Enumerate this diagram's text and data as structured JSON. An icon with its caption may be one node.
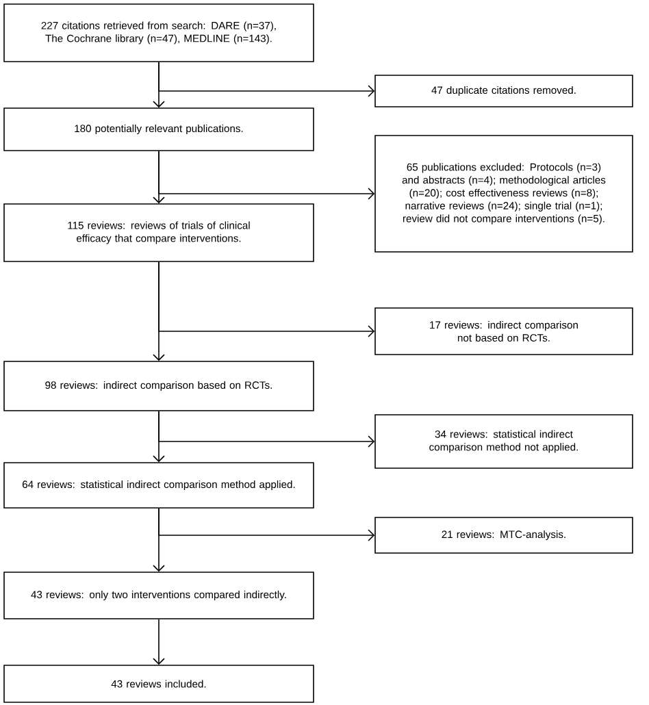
{
  "diagram": {
    "nodes": [
      {
        "text": [
          "227 citations retrieved from search: DARE (n=37), The Cochrane library (n=47), MEDLINE (n=143)."
        ]
      },
      {
        "text": [
          "47 duplicate citations removed."
        ]
      },
      {
        "text": [
          "180 potentially relevant publications."
        ]
      },
      {
        "text": [
          "65 publications excluded: Protocols (n=3) and abstracts (n=4); methodological articles (n=20); cost effectiveness reviews (n=8); narrative reviews (n=24); single trial (n=1); review did not compare interventions (n=5)."
        ]
      },
      {
        "text": [
          "115 reviews: reviews of trials of clinical efficacy that compare interventions."
        ]
      },
      {
        "text": [
          "17 reviews: indirect comparison not based on RCTs."
        ]
      },
      {
        "text": [
          "98 reviews: indirect comparison based on RCTs."
        ]
      },
      {
        "text": [
          "34 reviews: statistical indirect comparison method not applied."
        ]
      },
      {
        "text": [
          "64 reviews: statistical indirect comparison method applied."
        ]
      },
      {
        "text": [
          "21 reviews: MTC-analysis."
        ]
      },
      {
        "text": [
          "43 reviews: only two interventions compared indirectly."
        ]
      },
      {
        "text": [
          "43 reviews included."
        ]
      }
    ],
    "edges": [
      {
        "from": 0,
        "to": 1,
        "arrow": "to"
      },
      {
        "from": 0,
        "to": 2,
        "arrow": "to"
      },
      {
        "from": 2,
        "to": 3,
        "arrow": "to"
      },
      {
        "from": 2,
        "to": 4,
        "arrow": "to"
      },
      {
        "from": 4,
        "to": 5,
        "arrow": "to"
      },
      {
        "from": 4,
        "to": 6,
        "arrow": "to"
      },
      {
        "from": 6,
        "to": 7,
        "arrow": "to"
      },
      {
        "from": 6,
        "to": 8,
        "arrow": "to"
      },
      {
        "from": 8,
        "to": 9,
        "arrow": "to"
      },
      {
        "from": 8,
        "to": 10,
        "arrow": "to"
      },
      {
        "from": 10,
        "to": 11,
        "arrow": "to"
      }
    ]
  }
}
